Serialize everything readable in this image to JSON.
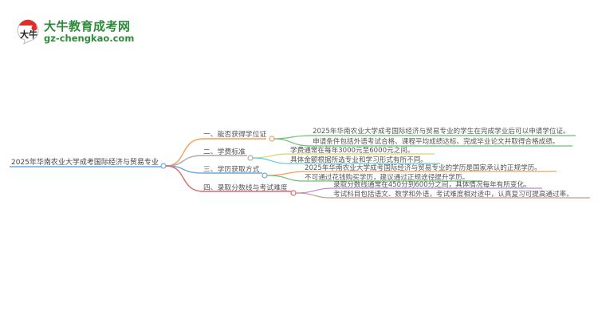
{
  "logo": {
    "title": "大牛教育成考网",
    "url": "gz-chengkao.com",
    "mark_text": "大牛",
    "color": "#2e8b3a"
  },
  "mindmap": {
    "root": "2025年华南农业大学成考国际经济与贸易专业",
    "branches": [
      {
        "label": "一、能否获得学位证",
        "color": "#f5a05a",
        "children": [
          {
            "text": "2025年华南农业大学成考国际经济与贸易专业的学生在完成学业后可以申请学位证。",
            "color": "#6cc070"
          },
          {
            "text": "申请条件包括外语考试合格、课程平均成绩达标、完成毕业论文并取得合格成绩。",
            "color": "#6cc070"
          }
        ]
      },
      {
        "label": "二、学费标准",
        "color": "#aaaaaa",
        "children": [
          {
            "text": "学费通常在每年3000元至6000元之间。",
            "color": "#d6d66a"
          },
          {
            "text": "具体金额根据所选专业和学习形式有所不同。",
            "color": "#5ccfd6"
          }
        ]
      },
      {
        "label": "三、学历获取方式",
        "color": "#6fa8dc",
        "children": [
          {
            "text": "2025年华南农业大学成考国际经济与贸易专业的学历是国家承认的正规学历。",
            "color": "#f5a05a"
          },
          {
            "text": "不可通过花钱购买学历，建议通过正规途径提升学历。",
            "color": "#6cc070"
          }
        ]
      },
      {
        "label": "四、录取分数线与考试难度",
        "color": "#e06666",
        "children": [
          {
            "text": "录取分数线通常在450分到600分之间，具体情况每年有所变化。",
            "color": "#b48ad6"
          },
          {
            "text": "考试科目包括语文、数学和外语，考试难度相对适中，认真复习可提高通过率。",
            "color": "#c49a8a"
          }
        ]
      }
    ],
    "root_color": "#6fa8dc"
  }
}
